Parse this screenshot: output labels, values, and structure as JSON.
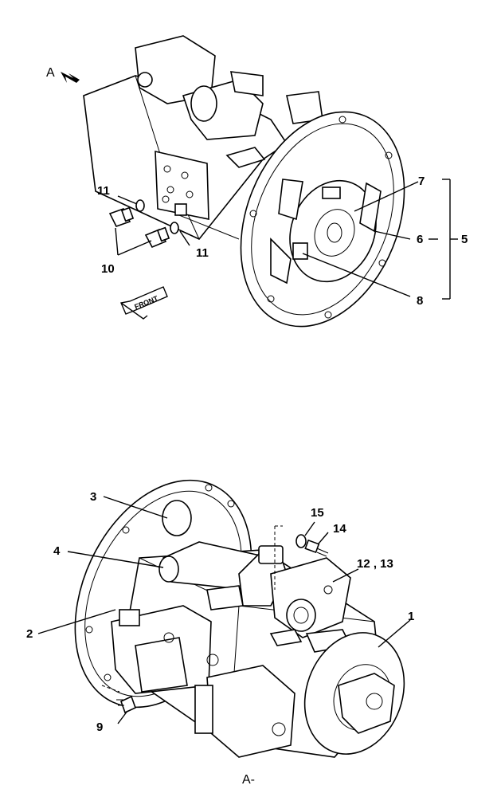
{
  "top_view": {
    "view_marker": "A",
    "front_label": "FRONT",
    "labels": [
      "11",
      "10",
      "11",
      "7",
      "6",
      "5",
      "8"
    ]
  },
  "bottom_view": {
    "labels": [
      "3",
      "15",
      "14",
      "4",
      "12 , 13",
      "1",
      "2",
      "9"
    ],
    "caption": "A-"
  }
}
